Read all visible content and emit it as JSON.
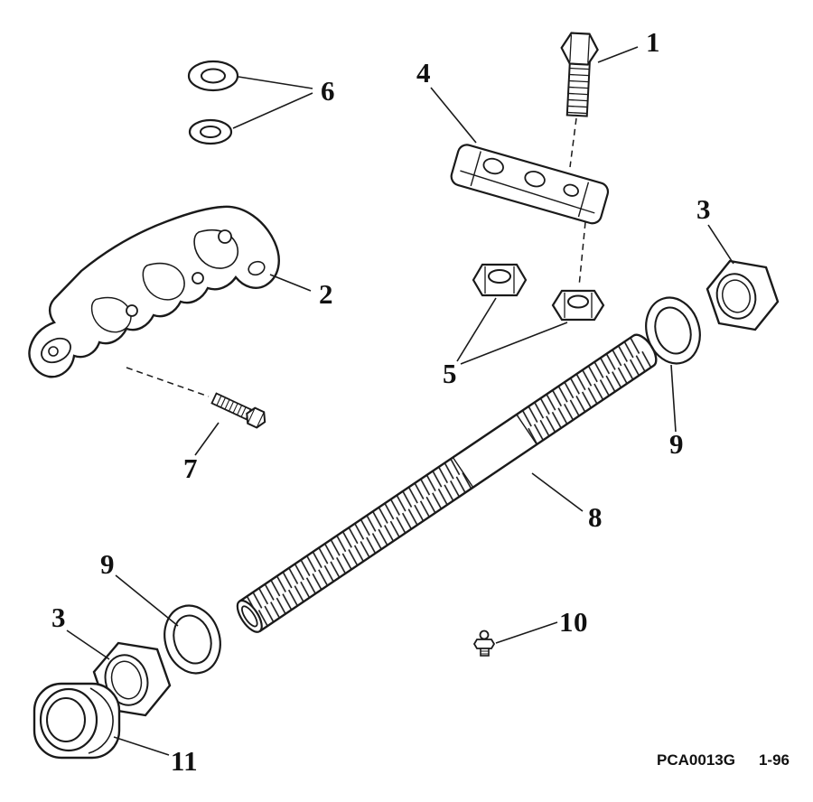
{
  "diagram": {
    "colors": {
      "background": "#ffffff",
      "line": "#1a1a1a",
      "text": "#111111"
    },
    "callouts": [
      {
        "id": "callout-1",
        "label": "1"
      },
      {
        "id": "callout-2",
        "label": "2"
      },
      {
        "id": "callout-3-right",
        "label": "3"
      },
      {
        "id": "callout-3-left",
        "label": "3"
      },
      {
        "id": "callout-4",
        "label": "4"
      },
      {
        "id": "callout-5",
        "label": "5"
      },
      {
        "id": "callout-6",
        "label": "6"
      },
      {
        "id": "callout-7",
        "label": "7"
      },
      {
        "id": "callout-8",
        "label": "8"
      },
      {
        "id": "callout-9-right",
        "label": "9"
      },
      {
        "id": "callout-9-left",
        "label": "9"
      },
      {
        "id": "callout-10",
        "label": "10"
      },
      {
        "id": "callout-11",
        "label": "11"
      }
    ],
    "footer": {
      "drawing_code": "PCA0013G",
      "date_code": "1-96"
    }
  }
}
